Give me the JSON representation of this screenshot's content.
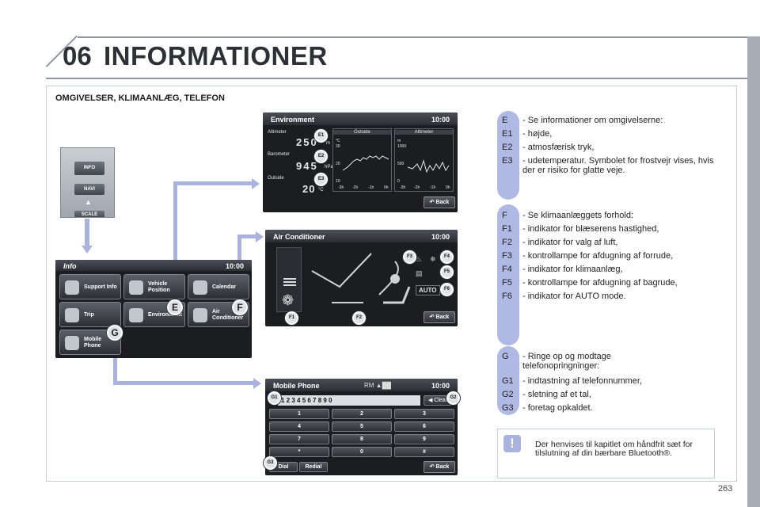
{
  "header": {
    "chapter_number": "06",
    "chapter_title": "INFORMATIONER"
  },
  "section_title": "OMGIVELSER, KLIMAANLÆG, TELEFON",
  "page_number": "263",
  "info_panel": {
    "buttons": [
      "INFO",
      "NAVI",
      "SCALE"
    ]
  },
  "info_screen": {
    "title": "Info",
    "time": "10:00",
    "items": [
      {
        "label": "Support Info"
      },
      {
        "label": "Vehicle\nPosition"
      },
      {
        "label": "Calendar"
      },
      {
        "label": "Trip"
      },
      {
        "label": "Environment"
      },
      {
        "label": "Air\nConditioner"
      },
      {
        "label": "Mobile\nPhone"
      }
    ],
    "badges": [
      "E",
      "F",
      "G"
    ]
  },
  "env_screen": {
    "title": "Environment",
    "time": "10:00",
    "left_labels": [
      "Altimeter",
      "Barometer",
      "Outside"
    ],
    "values": [
      "250",
      "945",
      "20"
    ],
    "units": [
      "m",
      "hPa",
      "°C"
    ],
    "graph1_title": "Outside",
    "graph2_title": "Altimeter",
    "graph1_unit": "°C",
    "graph2_unit": "m",
    "graph1_y": [
      "30",
      "20",
      "10"
    ],
    "graph2_y": [
      "1000",
      "500",
      "0"
    ],
    "x_ticks": [
      "-3h",
      "-2h",
      "-1h",
      "0h"
    ],
    "back": "Back",
    "badges": [
      "E1",
      "E2",
      "E3"
    ]
  },
  "ac_screen": {
    "title": "Air Conditioner",
    "time": "10:00",
    "auto": "AUTO",
    "back": "Back",
    "badges": [
      "F1",
      "F2",
      "F3",
      "F4",
      "F5",
      "F6"
    ]
  },
  "phone_screen": {
    "title": "Mobile Phone",
    "time": "10:00",
    "number": "1 2 3 4 5 6 7 8 9 0",
    "clear": "Clear",
    "keys": [
      "1",
      "2",
      "3",
      "4",
      "5",
      "6",
      "7",
      "8",
      "9",
      "*",
      "0",
      "#"
    ],
    "dial": "Dial",
    "redial": "Redial",
    "back": "Back",
    "badges": [
      "G1",
      "G2",
      "G3"
    ]
  },
  "legend": {
    "E": [
      {
        "letter": "E",
        "text": "- Se informationer om omgivelserne:"
      },
      {
        "letter": "E1",
        "text": "- højde,"
      },
      {
        "letter": "E2",
        "text": "- atmosfærisk tryk,"
      },
      {
        "letter": "E3",
        "text": "- udetemperatur. Symbolet for frostvejr vises, hvis der er risiko for glatte veje."
      }
    ],
    "F": [
      {
        "letter": "F",
        "text": "- Se klimaanlæggets forhold:"
      },
      {
        "letter": "F1",
        "text": "- indikator for blæserens hastighed,"
      },
      {
        "letter": "F2",
        "text": "- indikator for valg af luft,"
      },
      {
        "letter": "F3",
        "text": "- kontrollampe for afdugning af forrude,"
      },
      {
        "letter": "F4",
        "text": "- indikator for klimaanlæg,"
      },
      {
        "letter": "F5",
        "text": "- kontrollampe for afdugning af bagrude,"
      },
      {
        "letter": "F6",
        "text": "- indikator for AUTO mode."
      }
    ],
    "G": [
      {
        "letter": "G",
        "text": "- Ringe op og modtage telefonopringninger:"
      },
      {
        "letter": "G1",
        "text": "- indtastning af telefonnummer,"
      },
      {
        "letter": "G2",
        "text": "- sletning af et tal,"
      },
      {
        "letter": "G3",
        "text": "- foretag opkaldet."
      }
    ]
  },
  "note": {
    "icon": "exclamation-icon",
    "text": "Der henvises til kapitlet om håndfrit sæt for tilslutning af din bærbare Bluetooth®."
  },
  "colors": {
    "accent": "#aab2de",
    "pill": "#b0b8e4",
    "screen_bg": "#1b1d21"
  }
}
